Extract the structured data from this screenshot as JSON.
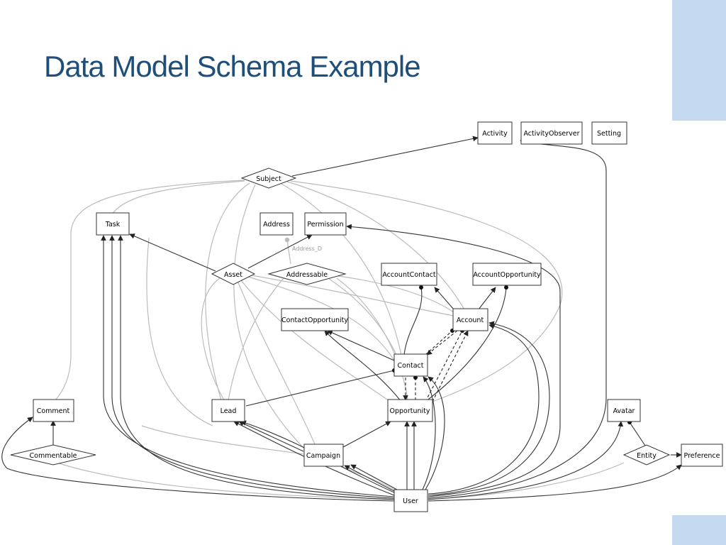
{
  "title": "Data Model Schema Example",
  "diagram": {
    "nodes": [
      {
        "id": "activity",
        "label": "Activity",
        "shape": "box"
      },
      {
        "id": "activityobserver",
        "label": "ActivityObserver",
        "shape": "box"
      },
      {
        "id": "setting",
        "label": "Setting",
        "shape": "box"
      },
      {
        "id": "subject",
        "label": "Subject",
        "shape": "diamond"
      },
      {
        "id": "task",
        "label": "Task",
        "shape": "box"
      },
      {
        "id": "address",
        "label": "Address",
        "shape": "box"
      },
      {
        "id": "permission",
        "label": "Permission",
        "shape": "box"
      },
      {
        "id": "asset",
        "label": "Asset",
        "shape": "diamond"
      },
      {
        "id": "addressable",
        "label": "Addressable",
        "shape": "diamond"
      },
      {
        "id": "accountcontact",
        "label": "AccountContact",
        "shape": "box"
      },
      {
        "id": "accountopportunity",
        "label": "AccountOpportunity",
        "shape": "box"
      },
      {
        "id": "contactopportunity",
        "label": "ContactOpportunity",
        "shape": "box"
      },
      {
        "id": "account",
        "label": "Account",
        "shape": "box"
      },
      {
        "id": "contact",
        "label": "Contact",
        "shape": "box"
      },
      {
        "id": "comment",
        "label": "Comment",
        "shape": "box"
      },
      {
        "id": "lead",
        "label": "Lead",
        "shape": "box"
      },
      {
        "id": "opportunity",
        "label": "Opportunity",
        "shape": "box"
      },
      {
        "id": "avatar",
        "label": "Avatar",
        "shape": "box"
      },
      {
        "id": "commentable",
        "label": "Commentable",
        "shape": "diamond"
      },
      {
        "id": "campaign",
        "label": "Campaign",
        "shape": "box"
      },
      {
        "id": "entity",
        "label": "Entity",
        "shape": "diamond"
      },
      {
        "id": "preference",
        "label": "Preference",
        "shape": "box"
      },
      {
        "id": "user",
        "label": "User",
        "shape": "box"
      }
    ],
    "edge_labels": [
      {
        "id": "address-d",
        "text": "Address_D"
      }
    ],
    "colors": {
      "edge": "#333333",
      "polymorphic_edge": "#bbbbbb",
      "node_border": "#333333"
    }
  }
}
